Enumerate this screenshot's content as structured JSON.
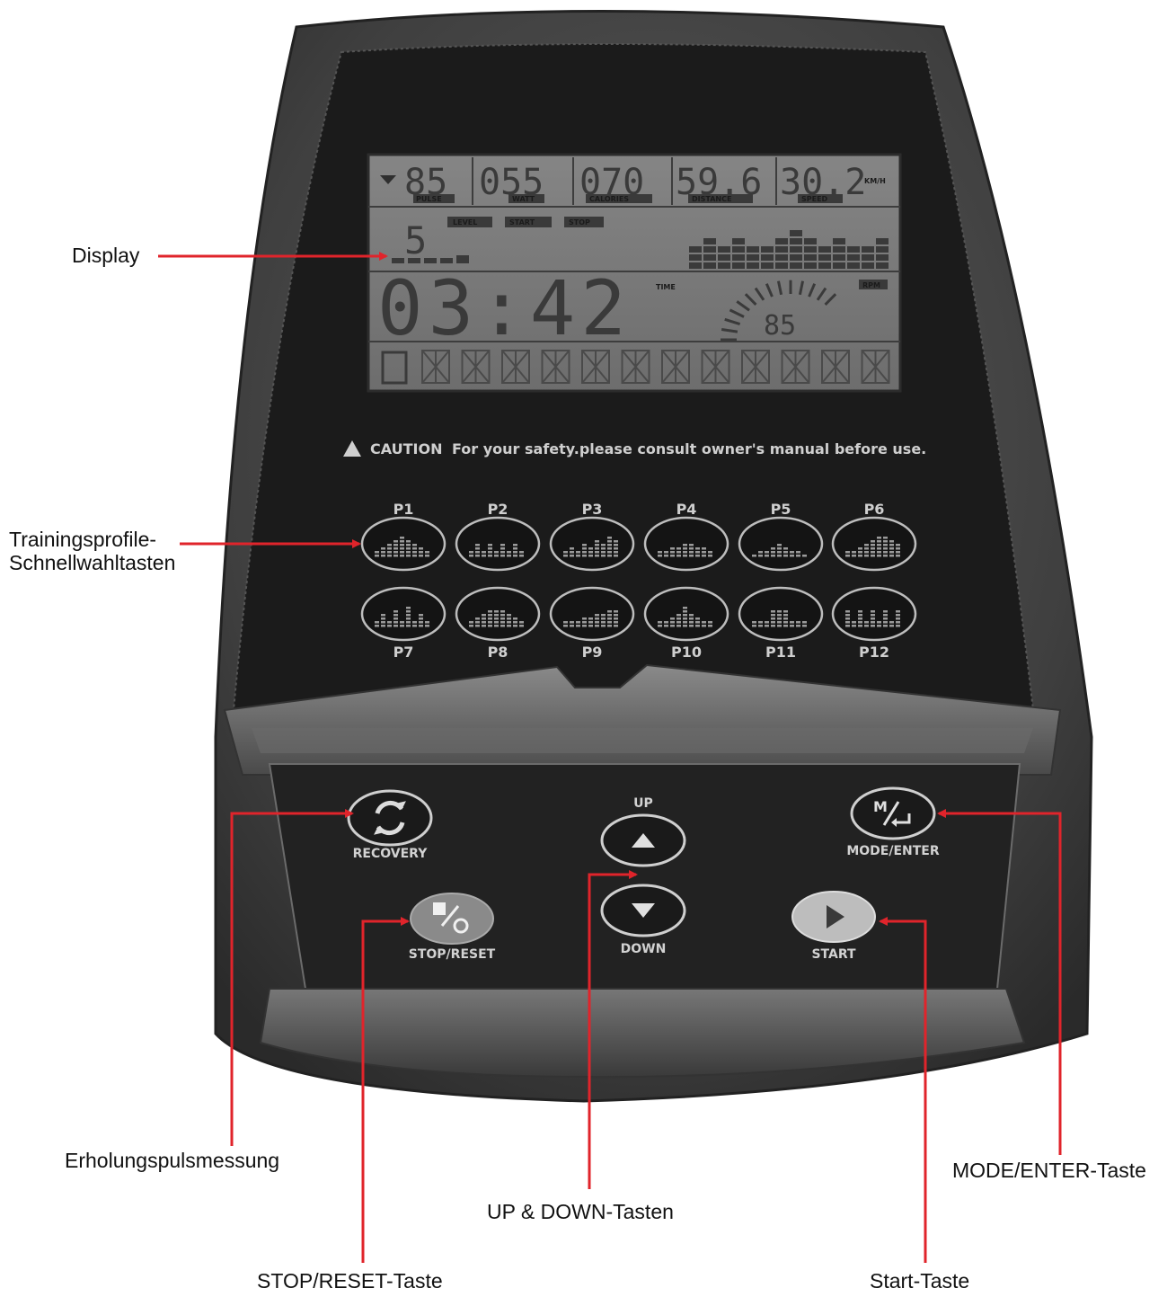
{
  "display": {
    "pulse_value": "85",
    "pulse_label": "PULSE",
    "watt_value": "055",
    "watt_label": "WATT",
    "calories_value": "070",
    "calories_label": "CALORIES",
    "distance_value": "59.6",
    "distance_label": "DISTANCE",
    "speed_value": "30.2",
    "speed_label": "SPEED",
    "speed_unit": "KM/H",
    "level_value": "5",
    "tag_level": "LEVEL",
    "tag_start": "START",
    "tag_stop": "STOP",
    "time_value": "03:42",
    "time_label": "TIME",
    "rpm_label": "RPM",
    "rpm_value": "85"
  },
  "caution": {
    "word": "CAUTION",
    "text": "For your safety.please consult owner's manual before use."
  },
  "programs": {
    "top": [
      "P1",
      "P2",
      "P3",
      "P4",
      "P5",
      "P6"
    ],
    "bottom": [
      "P7",
      "P8",
      "P9",
      "P10",
      "P11",
      "P12"
    ]
  },
  "buttons": {
    "recovery": "RECOVERY",
    "up": "UP",
    "down": "DOWN",
    "mode_enter": "MODE/ENTER",
    "stop_reset": "STOP/RESET",
    "start": "START"
  },
  "callouts": {
    "display": "Display",
    "programs_line1": "Trainingsprofile-",
    "programs_line2": "Schnellwahltasten",
    "recovery": "Erholungspulsmessung",
    "mode_enter": "MODE/ENTER-Taste",
    "up_down": "UP & DOWN-Tasten",
    "stop_reset": "STOP/RESET-Taste",
    "start": "Start-Taste"
  },
  "colors": {
    "arrow": "#e0242b",
    "console_body": "#4a4a4a",
    "panel": "#1e1e1e",
    "lcd": "#7c7c7c"
  }
}
